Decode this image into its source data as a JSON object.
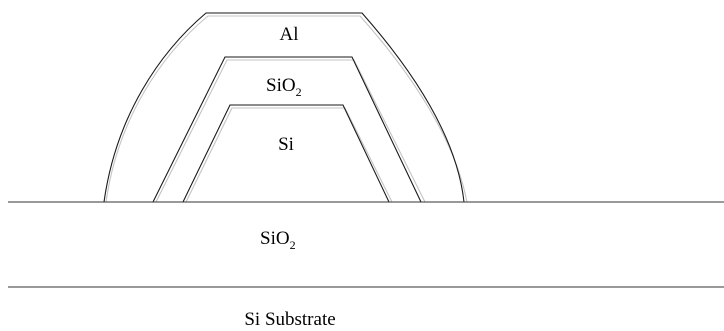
{
  "labels": {
    "al": "Al",
    "sio2_cladding": {
      "base": "SiO",
      "sub": "2"
    },
    "si_core": "Si",
    "sio2_box": {
      "base": "SiO",
      "sub": "2"
    },
    "substrate": "Si Substrate"
  }
}
